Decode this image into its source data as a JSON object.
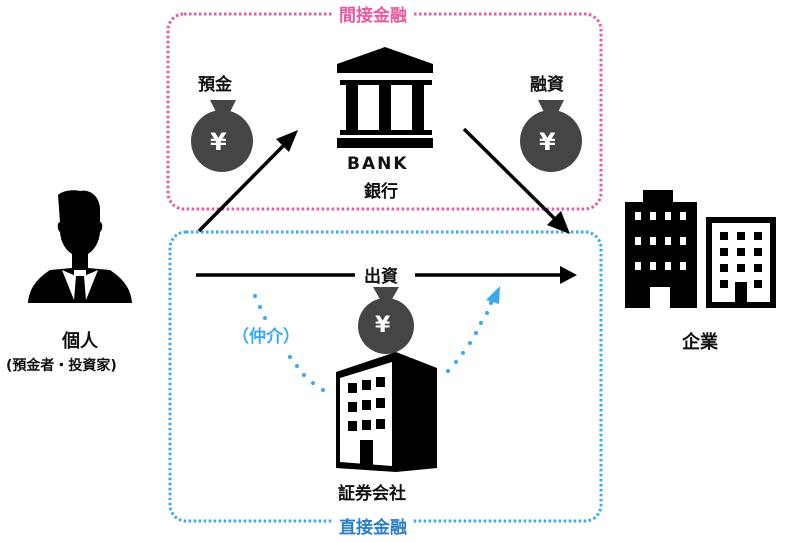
{
  "colors": {
    "indirect": "#e8599f",
    "direct_title": "#2a7fc6",
    "direct_border": "#3aa9f0",
    "icon": "#000000",
    "money_bag": "#454545"
  },
  "indirect_finance": {
    "title": "間接金融",
    "deposit_label": "預金",
    "loan_label": "融資",
    "bank": {
      "icon": "bank-icon",
      "caption_en": "BANK",
      "caption_ja": "銀行"
    },
    "money_icon": "yen-money-bag-icon"
  },
  "direct_finance": {
    "title": "直接金融",
    "investment_label": "出資",
    "intermediary_label": "（仲介）",
    "securities": {
      "icon": "office-building-icon",
      "caption": "証券会社"
    },
    "money_icon": "yen-money-bag-icon"
  },
  "individual": {
    "icon": "person-icon",
    "label": "個人",
    "sublabel": "(預金者・投資家)"
  },
  "company": {
    "icon": "buildings-icon",
    "label": "企業"
  },
  "money_symbol": "¥"
}
